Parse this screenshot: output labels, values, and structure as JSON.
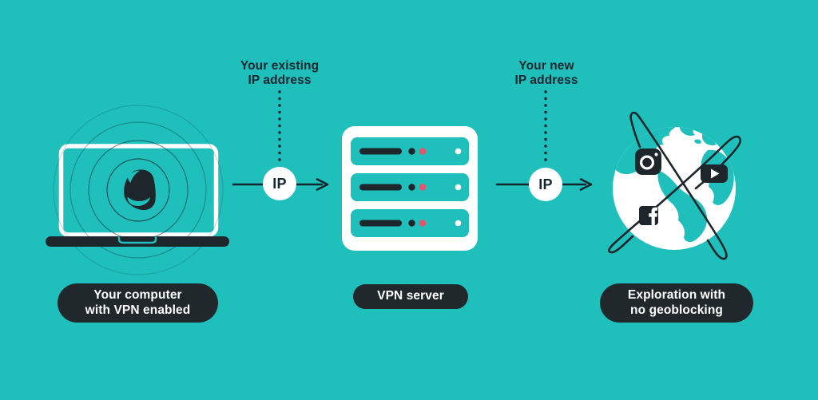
{
  "colors": {
    "background": "#1FBFBC",
    "ink": "#14262E",
    "dark": "#1C262B",
    "pill": "#20282C",
    "white": "#FFFFFF",
    "pink": "#EB5368"
  },
  "annotations": {
    "existing_ip": "Your existing\nIP address",
    "new_ip": "Your new\nIP address"
  },
  "badges": {
    "ip_left": "IP",
    "ip_right": "IP"
  },
  "captions": {
    "computer": "Your computer\nwith VPN enabled",
    "server": "VPN server",
    "exploration": "Exploration with\nno geoblocking"
  },
  "icons": {
    "laptop": "laptop",
    "logo": "surfshark-fin-logo",
    "ripples": "signal-ripples",
    "server": "server-rack",
    "globe": "earth-globe",
    "orbits": "satellite-orbits",
    "social": [
      "instagram",
      "youtube",
      "facebook"
    ],
    "connectors": [
      "arrow-right",
      "dotted-line"
    ]
  }
}
